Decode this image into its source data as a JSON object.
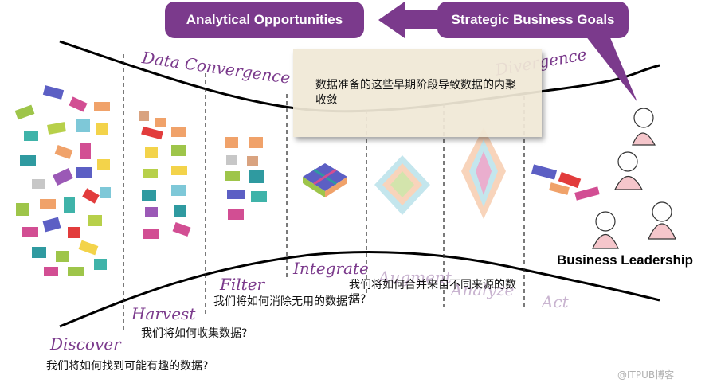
{
  "header": {
    "analytical_label": "Analytical Opportunities",
    "strategic_label": "Strategic Business Goals"
  },
  "stages": [
    {
      "key": "discover",
      "label": "Discover",
      "question": "我们将如何找到可能有趣的数据?"
    },
    {
      "key": "harvest",
      "label": "Harvest",
      "question": "我们将如何收集数据?"
    },
    {
      "key": "filter",
      "label": "Filter",
      "question": "我们将如何消除无用的数据?"
    },
    {
      "key": "integrate",
      "label": "Integrate",
      "question": "我们将如何合并来自不同来源的数据?"
    },
    {
      "key": "augment",
      "label": "Augment"
    },
    {
      "key": "analyze",
      "label": "Analyze"
    },
    {
      "key": "act",
      "label": "Act"
    }
  ],
  "phases": {
    "convergence": "Data Convergence",
    "divergence": "Divergence"
  },
  "callout": {
    "text": "数据准备的这些早期阶段导致数据的内聚收敛"
  },
  "leadership_label": "Business Leadership",
  "watermark": "@ITPUB博客",
  "colors": {
    "accent": "#7b3a8c",
    "callout_bg": "#f0e8d6",
    "lines": "#000000"
  }
}
